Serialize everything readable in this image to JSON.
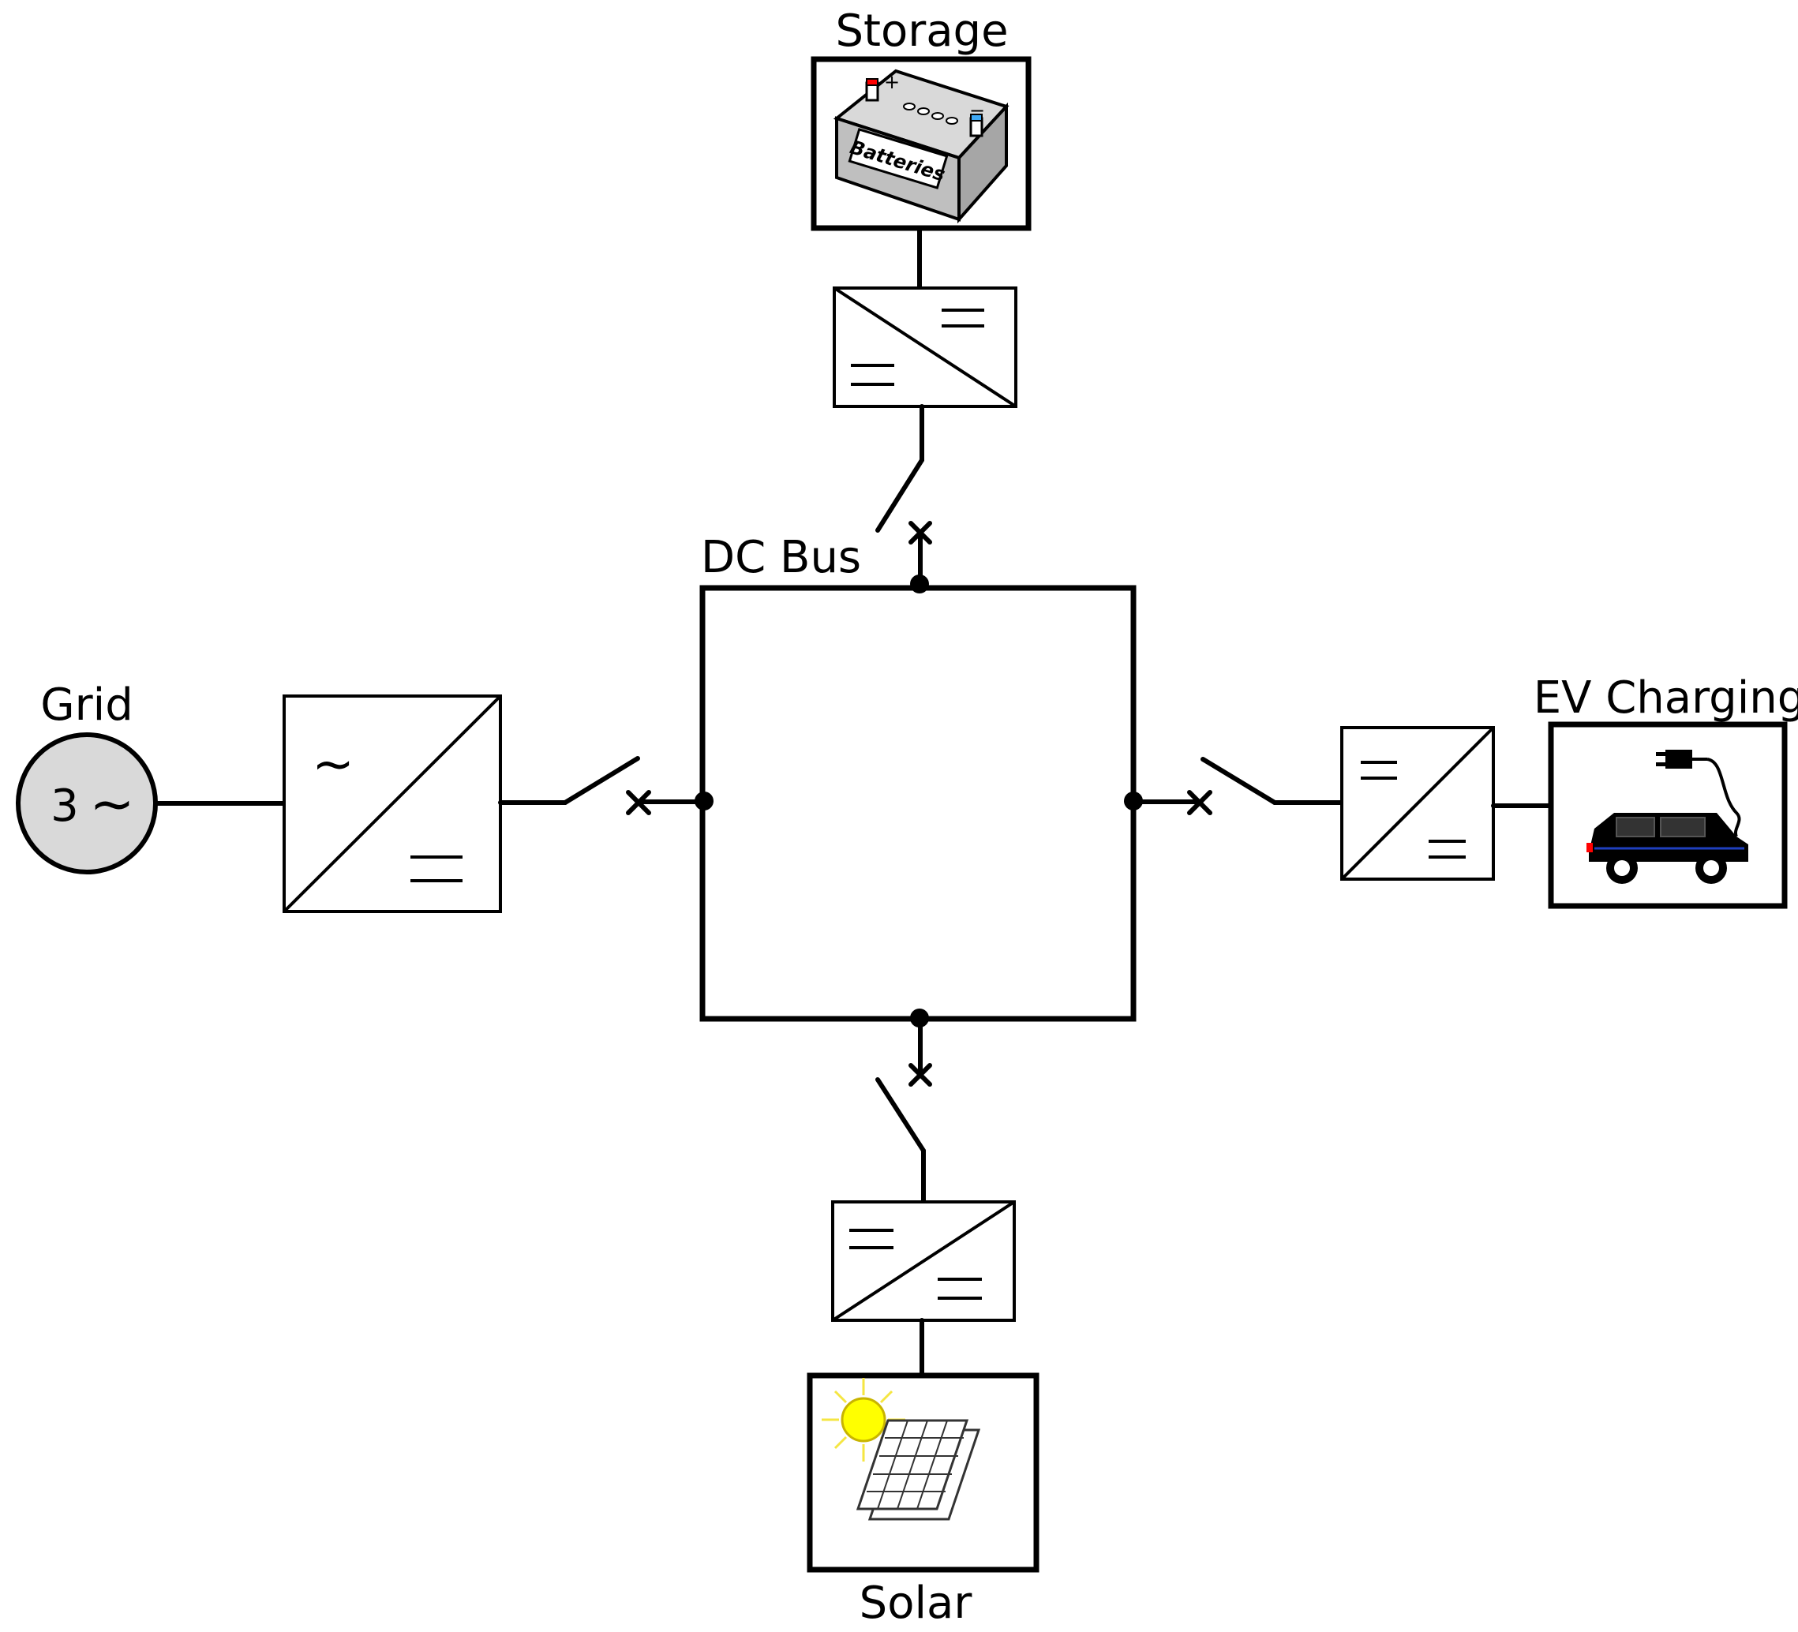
{
  "labels": {
    "storage": "Storage",
    "dc_bus": "DC Bus",
    "grid": "Grid",
    "grid_symbol_number": "3",
    "grid_symbol_wave": "~",
    "ev_charging": "EV Charging",
    "solar": "Solar",
    "battery_tag": "Batteries",
    "battery_plus": "+",
    "battery_minus": "−",
    "ac_symbol": "~"
  },
  "colors": {
    "line": "#000000",
    "grid_fill": "#d9d9d9",
    "battery_body": "#bfbfbf",
    "battery_top": "#d9d9d9",
    "sun": "#ffff00",
    "sun_outline": "#c8b400",
    "car_body": "#000000",
    "car_stripe": "#1f3fbf",
    "car_light": "#ff0000"
  },
  "components": [
    {
      "id": "storage",
      "type": "battery",
      "converter": "DC/DC"
    },
    {
      "id": "grid",
      "type": "ac-source",
      "converter": "AC/DC"
    },
    {
      "id": "ev_charging",
      "type": "ev-charger",
      "converter": "DC/DC"
    },
    {
      "id": "solar",
      "type": "pv-array",
      "converter": "DC/DC"
    }
  ]
}
